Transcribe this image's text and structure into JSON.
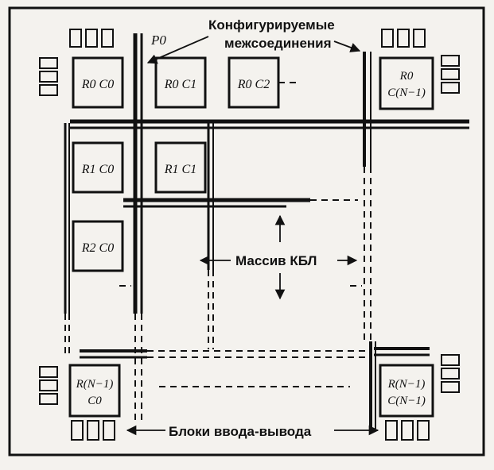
{
  "labels": {
    "p0": "P0",
    "interconnect_line1": "Конфигурируемые",
    "interconnect_line2": "межсоединения",
    "array": "Массив КБЛ",
    "io_blocks": "Блоки ввода-вывода"
  },
  "cells": {
    "r0c0": "R0 C0",
    "r0c1": "R0 C1",
    "r0c2": "R0 C2",
    "r0cn_line1": "R0",
    "r0cn_line2": "C(N−1)",
    "r1c0": "R1 C0",
    "r1c1": "R1 C1",
    "r2c0": "R2 C0",
    "rnc0_line1": "R(N−1)",
    "rnc0_line2": "C0",
    "rncn_line1": "R(N−1)",
    "rncn_line2": "C(N−1)"
  },
  "colors": {
    "ink": "#111111",
    "paper": "#f4f2ee"
  }
}
